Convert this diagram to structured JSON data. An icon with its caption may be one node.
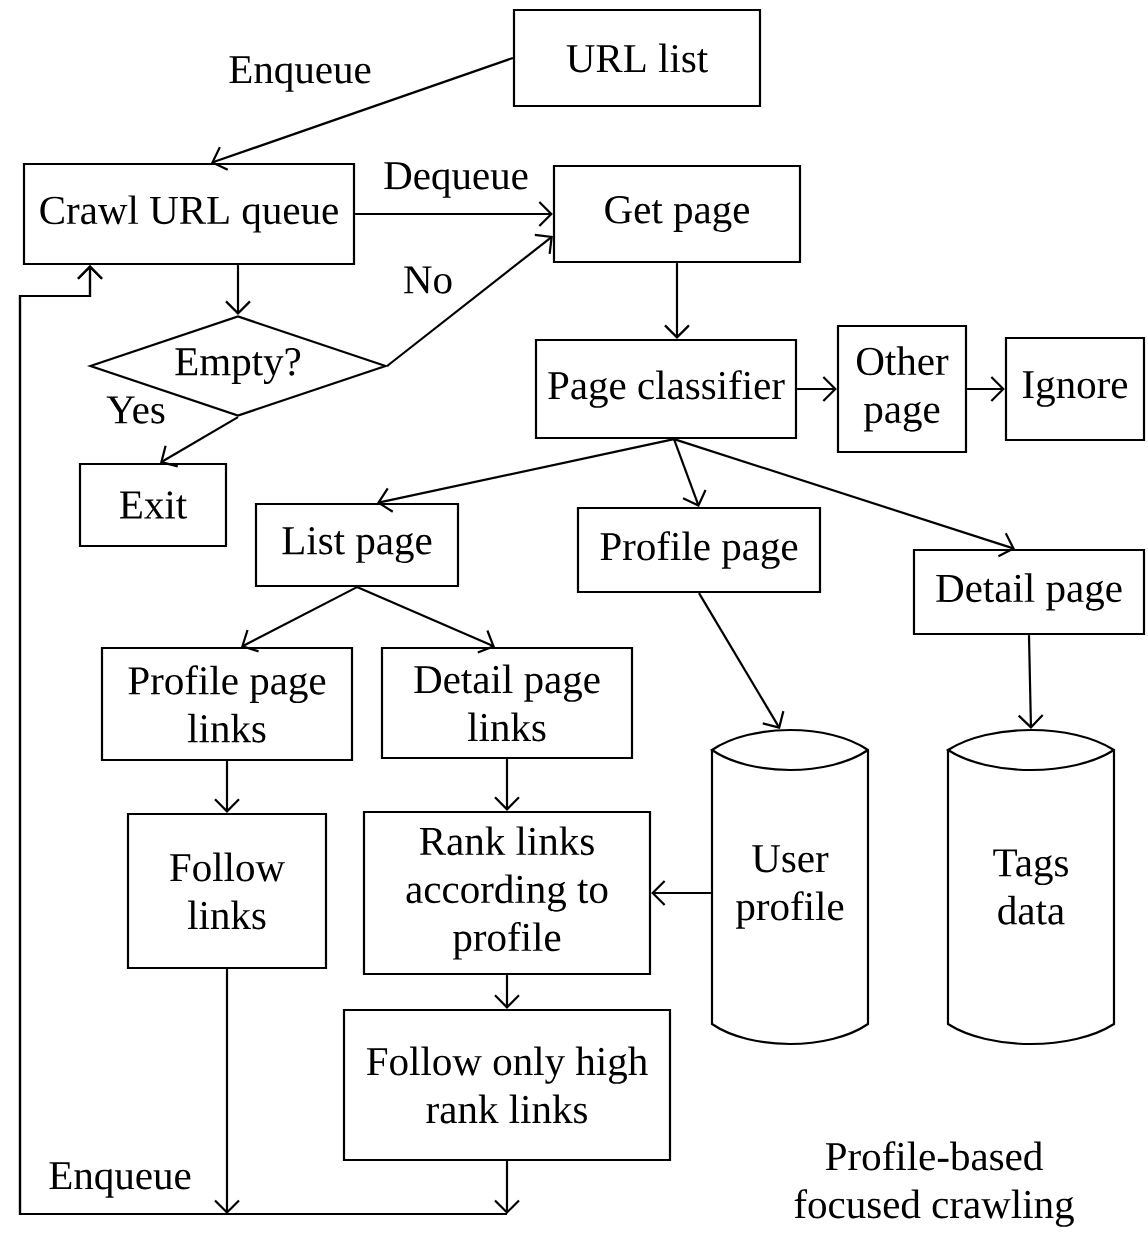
{
  "diagram": {
    "caption": "Profile-based focused crawling",
    "nodes": [
      {
        "text": [
          "URL list"
        ]
      },
      {
        "text": [
          "Crawl URL queue"
        ]
      },
      {
        "text": [
          "Get page"
        ]
      },
      {
        "text": [
          "Empty?"
        ]
      },
      {
        "text": [
          "Exit"
        ]
      },
      {
        "text": [
          "Page classifier"
        ]
      },
      {
        "text": [
          "Other page"
        ]
      },
      {
        "text": [
          "Ignore"
        ]
      },
      {
        "text": [
          "List page"
        ]
      },
      {
        "text": [
          "Profile page"
        ]
      },
      {
        "text": [
          "Detail page"
        ]
      },
      {
        "text": [
          "Profile page links"
        ]
      },
      {
        "text": [
          "Detail page links"
        ]
      },
      {
        "text": [
          "Follow links"
        ]
      },
      {
        "text": [
          "Rank links according to profile"
        ]
      },
      {
        "text": [
          "Follow only high rank links"
        ]
      },
      {
        "text": [
          "User profile"
        ]
      },
      {
        "text": [
          "Tags data"
        ]
      }
    ],
    "edges": [
      {
        "from": 0,
        "to": 1,
        "arrow": "to",
        "label": "Enqueue"
      },
      {
        "from": 1,
        "to": 2,
        "arrow": "to",
        "label": "Dequeue"
      },
      {
        "from": 1,
        "to": 3,
        "arrow": "to"
      },
      {
        "from": 3,
        "to": 2,
        "arrow": "to",
        "label": "No"
      },
      {
        "from": 3,
        "to": 4,
        "arrow": "to",
        "label": "Yes"
      },
      {
        "from": 2,
        "to": 5,
        "arrow": "to"
      },
      {
        "from": 5,
        "to": 6,
        "arrow": "to"
      },
      {
        "from": 6,
        "to": 7,
        "arrow": "to"
      },
      {
        "from": 5,
        "to": 8,
        "arrow": "to"
      },
      {
        "from": 5,
        "to": 9,
        "arrow": "to"
      },
      {
        "from": 5,
        "to": 10,
        "arrow": "to"
      },
      {
        "from": 8,
        "to": 11,
        "arrow": "to"
      },
      {
        "from": 8,
        "to": 12,
        "arrow": "to"
      },
      {
        "from": 11,
        "to": 13,
        "arrow": "to"
      },
      {
        "from": 12,
        "to": 14,
        "arrow": "to"
      },
      {
        "from": 9,
        "to": 16,
        "arrow": "to"
      },
      {
        "from": 10,
        "to": 17,
        "arrow": "to"
      },
      {
        "from": 16,
        "to": 14,
        "arrow": "to"
      },
      {
        "from": 14,
        "to": 15,
        "arrow": "to"
      },
      {
        "from": 13,
        "to": 1,
        "arrow": "to",
        "label": "Enqueue"
      },
      {
        "from": 15,
        "to": 1,
        "arrow": "to"
      }
    ]
  }
}
